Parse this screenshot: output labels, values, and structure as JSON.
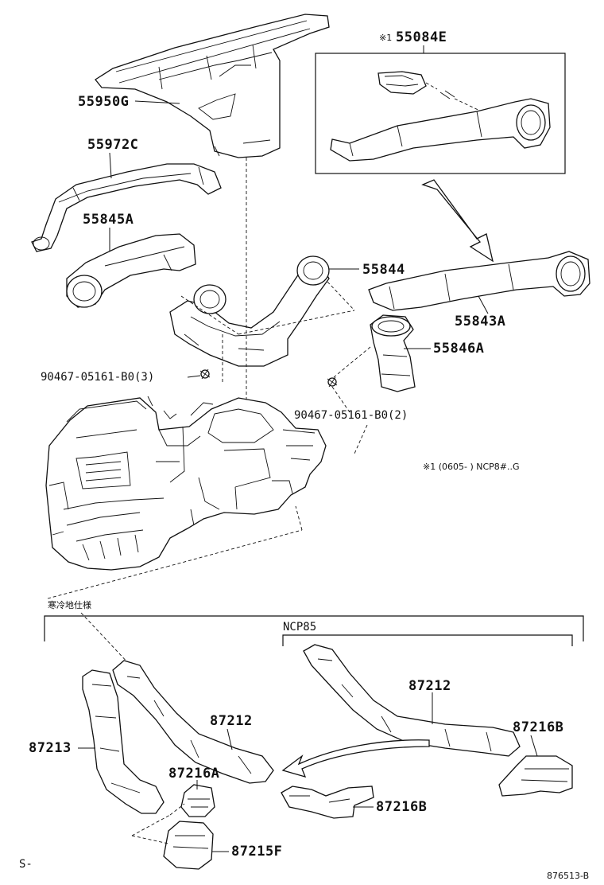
{
  "labels": {
    "p55084e_mark": "※1",
    "p55084e": "55084E",
    "p55950g": "55950G",
    "p55972c": "55972C",
    "p55845a": "55845A",
    "p55844": "55844",
    "p55843a": "55843A",
    "p55846a": "55846A",
    "bolt3": "90467-05161-B0(3)",
    "bolt2": "90467-05161-B0(2)",
    "note": "※1 (0605-    ) NCP8#..G",
    "cold_spec": "寒冷地仕様",
    "ncp85": "NCP85",
    "p87212_a": "87212",
    "p87212_b": "87212",
    "p87213": "87213",
    "p87216a": "87216A",
    "p87216b_a": "87216B",
    "p87216b_b": "87216B",
    "p87215f": "87215F",
    "corner_left": "S-",
    "diagram_id": "876513-B"
  }
}
